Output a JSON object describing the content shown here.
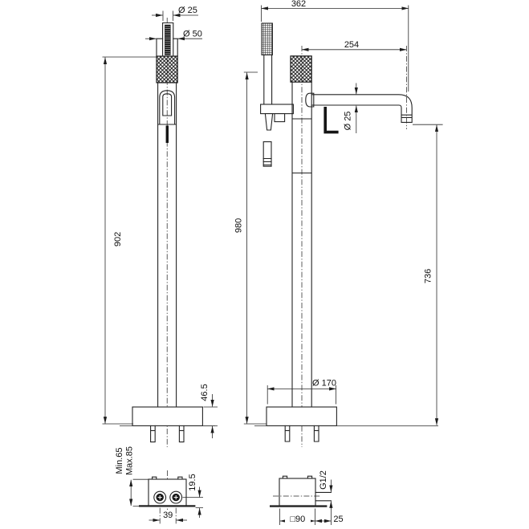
{
  "drawing": {
    "kind": "technical-dimension-drawing",
    "subject": "freestanding floor-mounted bathtub mixer with hand shower",
    "line_color": "#232323",
    "background": "#ffffff"
  },
  "dims": {
    "stem_diameter": "Ø 25",
    "collar_diameter": "Ø 50",
    "column_height": "902",
    "base_plate_height": "46.5",
    "overall_width": "362",
    "spout_reach": "254",
    "spout_diameter": "Ø 25",
    "overall_height": "980",
    "spout_clearance": "736",
    "base_plate_diameter": "Ø 170",
    "embed_depth_min": "Min.65",
    "embed_depth_max": "Max.85",
    "inlet_height": "19.5",
    "inlet_spacing": "39",
    "thread_size": "G1/2",
    "rough_box_size": "□90",
    "box_projection": "25"
  }
}
